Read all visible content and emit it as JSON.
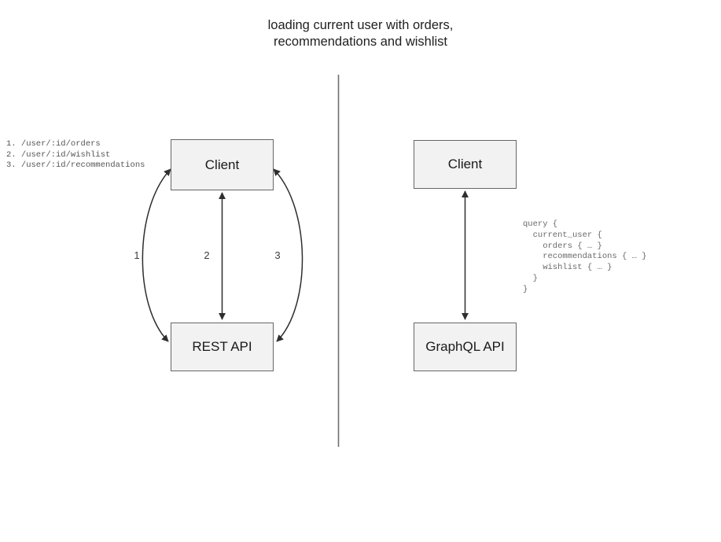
{
  "title": "loading current user with orders,\nrecommendations and wishlist",
  "divider": {
    "name": "vertical-divider",
    "color": "#666666"
  },
  "rest_side": {
    "client_box": {
      "label": "Client"
    },
    "api_box": {
      "label": "REST API"
    },
    "edges": [
      {
        "number": "1",
        "endpoint": "/user/:id/orders"
      },
      {
        "number": "2",
        "endpoint": "/user/:id/wishlist"
      },
      {
        "number": "3",
        "endpoint": "/user/:id/recommendations"
      }
    ],
    "endpoint_list": "1. /user/:id/orders\n2. /user/:id/wishlist\n3. /user/:id/recommendations"
  },
  "graphql_side": {
    "client_box": {
      "label": "Client"
    },
    "api_box": {
      "label": "GraphQL API"
    },
    "query": "query {\n  current_user {\n    orders { … }\n    recommendations { … }\n    wishlist { … }\n  }\n}"
  },
  "colors": {
    "box_fill": "#f2f2f2",
    "box_border": "#666666",
    "stroke": "#3a3a3a",
    "text": "#1a1a1a",
    "mono_text": "#555555"
  }
}
